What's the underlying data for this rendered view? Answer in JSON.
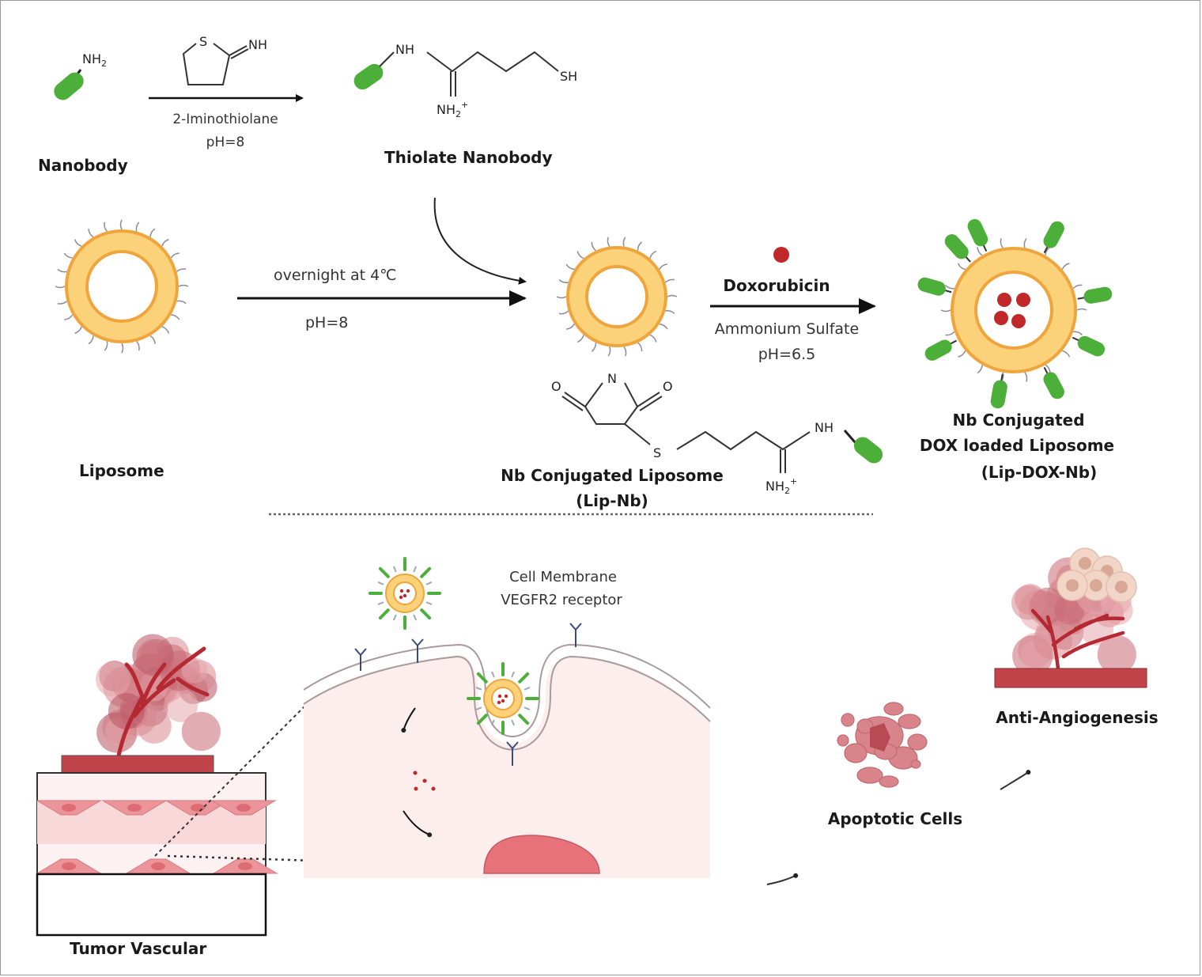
{
  "figure": {
    "colors": {
      "nanobody_green": "#4caf3a",
      "liposome_orange": "#f0a53c",
      "liposome_fill": "#fbd27a",
      "dox_red": "#c0282a",
      "cell_pink": "#fdeeee",
      "nucleus_pink": "#e8727a",
      "vessel_red": "#b8383c",
      "receptor_blue": "#3c4a7a"
    },
    "top_section": {
      "nanobody": {
        "label": "Nanobody",
        "group": "NH",
        "group_sub": "2"
      },
      "reagent": {
        "ring_atom_s": "S",
        "ring_group": "NH",
        "label": "2-Iminothiolane",
        "condition": "pH=8"
      },
      "thiolate": {
        "label": "Thiolate Nanobody",
        "nh": "NH",
        "sh": "SH",
        "nh2": "NH",
        "nh2_sub": "2",
        "nh2_charge": "+"
      },
      "liposome": {
        "label": "Liposome"
      },
      "conjugation": {
        "condition_top": "overnight at 4℃",
        "condition_bottom": "pH=8"
      },
      "lip_nb": {
        "label_line1": "Nb Conjugated Liposome",
        "label_line2": "(Lip-Nb)",
        "maleimide_n": "N",
        "o1": "O",
        "o2": "O",
        "s": "S",
        "nh": "NH",
        "nh2": "NH",
        "nh2_sub": "2",
        "nh2_charge": "+"
      },
      "loading": {
        "drug": "Doxorubicin",
        "condition1": "Ammonium Sulfate",
        "condition2": "pH=6.5"
      },
      "lip_dox_nb": {
        "label_line1": "Nb Conjugated",
        "label_line2": "DOX loaded Liposome",
        "label_line3": "(Lip-DOX-Nb)"
      }
    },
    "bottom_section": {
      "tumor_vascular": {
        "label": "Tumor Vascular"
      },
      "cell": {
        "label_line1": "Cell Membrane",
        "label_line2": "VEGFR2 receptor"
      },
      "apoptotic": {
        "label": "Apoptotic Cells"
      },
      "anti_angiogenesis": {
        "label": "Anti-Angiogenesis"
      }
    }
  }
}
